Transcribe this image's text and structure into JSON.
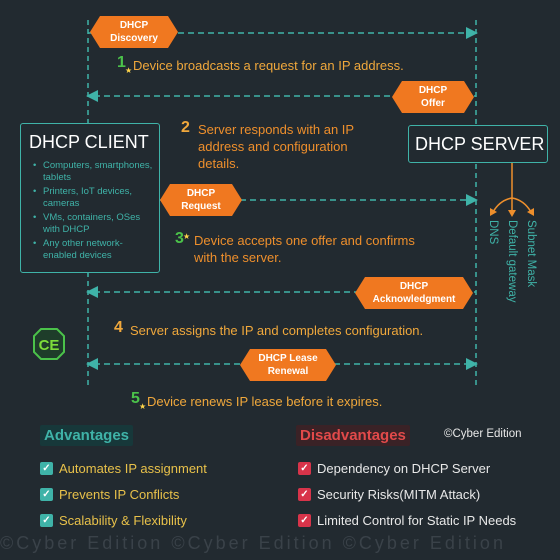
{
  "colors": {
    "background": "#222a30",
    "teal": "#3fb3a8",
    "orange_tag": "#f07820",
    "step_text": "#f0a83c",
    "step_number_green": "#4bc24a",
    "advantage_text": "#e8c14a",
    "disadvantage_red": "#e24a4a"
  },
  "tags": {
    "discovery": "DHCP\nDiscovery",
    "offer": "DHCP\nOffer",
    "request": "DHCP\nRequest",
    "acknowledgment": "DHCP\nAcknowledgment",
    "lease_renewal": "DHCP Lease\nRenewal"
  },
  "steps": [
    {
      "number": "1",
      "text": "Device broadcasts a request for an IP address."
    },
    {
      "number": "2",
      "text": "Server responds with an IP\naddress and configuration\ndetails."
    },
    {
      "number": "3",
      "text": "Device accepts one offer and confirms\nwith the server."
    },
    {
      "number": "4",
      "text": "Server assigns the IP and completes configuration."
    },
    {
      "number": "5",
      "text": "Device renews IP lease before it expires."
    }
  ],
  "client": {
    "title": "DHCP CLIENT",
    "items": [
      "Computers, smartphones, tablets",
      "Printers, IoT devices, cameras",
      "VMs, containers, OSes with DHCP",
      "Any other network-enabled devices"
    ]
  },
  "server": {
    "title": "DHCP SERVER",
    "outputs": [
      "DNS",
      "Default gateway",
      "Subnet Mask"
    ]
  },
  "logo": {
    "icon": "cyber-edition-logo",
    "letters": "CE"
  },
  "advantages": {
    "title": "Advantages",
    "items": [
      "Automates IP assignment",
      "Prevents IP Conflicts",
      "Scalability & Flexibility"
    ]
  },
  "disadvantages": {
    "title": "Disadvantages",
    "items": [
      "Dependency on DHCP Server",
      "Security Risks(MITM Attack)",
      "Limited Control for Static IP Needs"
    ]
  },
  "copyright": "©Cyber Edition",
  "watermark": "©Cyber Edition ©Cyber Edition ©Cyber Edition"
}
